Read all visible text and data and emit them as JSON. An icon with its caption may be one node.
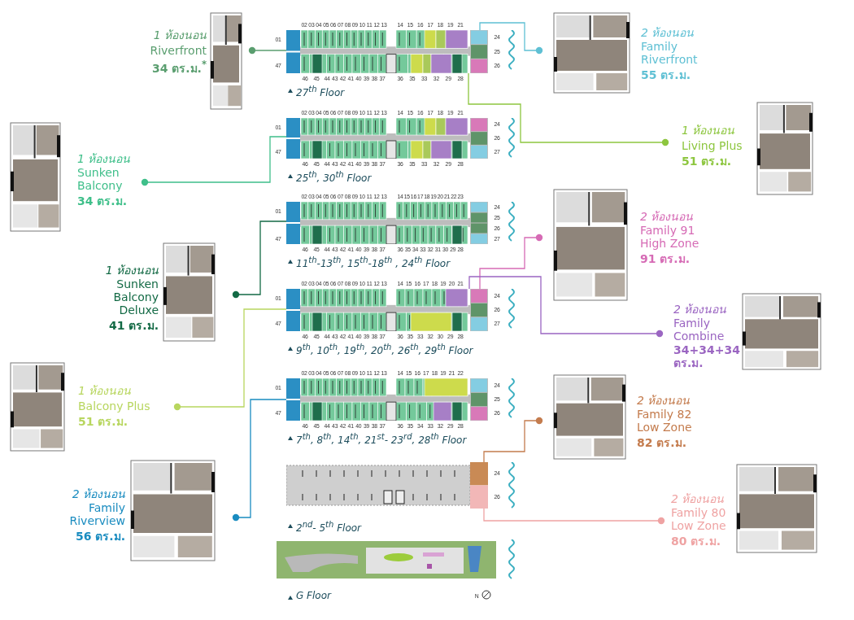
{
  "diagram": {
    "nodes": [
      {
        "text": [
          "27$^{th}$ Floor"
        ]
      },
      {
        "text": [
          "25$^{th}$, 30$^{th}$ Floor"
        ]
      },
      {
        "text": [
          "11$^{th}$-13$^{th}$, 15$^{th}$-18$^{th}$ , 24$^{th}$ Floor"
        ]
      },
      {
        "text": [
          "9$^{th}$, 10$^{th}$, 19$^{th}$, 20$^{th}$, 26$^{th}$, 29$^{th}$ Floor"
        ]
      },
      {
        "text": [
          "7$^{th}$, 8$^{th}$, 14$^{th}$, 21$^{st}$- 23$^{rd}$, 28$^{th}$ Floor"
        ]
      },
      {
        "text": [
          "2$^{nd}$- 5$^{th}$ Floor"
        ]
      },
      {
        "text": [
          "G Floor"
        ]
      },
      {
        "text": [
          "1 ห้องนอน",
          "Riverfront",
          "34 ตร.ม.$^{*}$"
        ]
      },
      {
        "text": [
          "2 ห้องนอน",
          "Family Riverfront",
          "55 ตร.ม."
        ]
      },
      {
        "text": [
          "1 ห้องนอน",
          "Sunken Balcony",
          "34 ตร.ม."
        ]
      },
      {
        "text": [
          "1 ห้องนอน",
          "Living Plus",
          "51 ตร.ม."
        ]
      },
      {
        "text": [
          "2 ห้องนอน",
          "Family 91 High Zone",
          "91 ตร.ม."
        ]
      },
      {
        "text": [
          "1 ห้องนอน",
          "Sunken Balcony Deluxe",
          "41 ตร.ม."
        ]
      },
      {
        "text": [
          "2 ห้องนอน",
          "Family Combine",
          "34+34+34 ตร.ม."
        ]
      },
      {
        "text": [
          "1 ห้องนอน",
          "Balcony Plus",
          "51 ตร.ม."
        ]
      },
      {
        "text": [
          "2 ห้องนอน",
          "Family 82 Low Zone",
          "82 ตร.ม."
        ]
      },
      {
        "text": [
          "2 ห้องนอน",
          "Family Riverview",
          "56 ตร.ม."
        ]
      },
      {
        "text": [
          "2 ห้องนอน",
          "Family 80 Low Zone",
          "80 ตร.ม."
        ]
      }
    ],
    "edges": [
      {
        "from": 7,
        "to": 0,
        "arrow": "other",
        "color": "#5a9e6f"
      },
      {
        "from": 8,
        "to": 0,
        "arrow": "other",
        "color": "#5fc0d4"
      },
      {
        "from": 9,
        "to": 1,
        "arrow": "other",
        "color": "#3fbf8a"
      },
      {
        "from": 10,
        "to": 0,
        "arrow": "other",
        "color": "#8dc63f"
      },
      {
        "from": 11,
        "to": 3,
        "arrow": "other",
        "color": "#d66bb5"
      },
      {
        "from": 12,
        "to": 2,
        "arrow": "other",
        "color": "#136a45"
      },
      {
        "from": 13,
        "to": 3,
        "arrow": "other",
        "color": "#9b66c2"
      },
      {
        "from": 14,
        "to": 3,
        "arrow": "other",
        "color": "#b8d65f"
      },
      {
        "from": 15,
        "to": 5,
        "arrow": "other",
        "color": "#c47c4e"
      },
      {
        "from": 16,
        "to": 4,
        "arrow": "other",
        "color": "#1a8cc0"
      },
      {
        "from": 17,
        "to": 5,
        "arrow": "other",
        "color": "#efa3a3"
      }
    ],
    "labels": [
      "02",
      "03",
      "04",
      "05",
      "06",
      "07",
      "08",
      "09",
      "10",
      "11",
      "12",
      "13",
      "14",
      "15",
      "16",
      "17",
      "18",
      "19",
      "21",
      "01",
      "24",
      "25",
      "47",
      "26",
      "46",
      "45",
      "44",
      "43",
      "42",
      "41",
      "40",
      "39",
      "38",
      "37",
      "36",
      "35",
      "33",
      "32",
      "29",
      "28",
      "02",
      "03",
      "04",
      "05",
      "06",
      "07",
      "08",
      "09",
      "10",
      "11",
      "12",
      "13",
      "14",
      "15",
      "16",
      "17",
      "18",
      "19",
      "21",
      "01",
      "24",
      "26",
      "47",
      "27",
      "46",
      "45",
      "44",
      "43",
      "42",
      "41",
      "40",
      "39",
      "38",
      "37",
      "36",
      "35",
      "33",
      "32",
      "29",
      "28",
      "02",
      "03",
      "04",
      "05",
      "06",
      "07",
      "08",
      "09",
      "10",
      "11",
      "12",
      "13",
      "14",
      "15",
      "16",
      "17",
      "18",
      "19",
      "20",
      "21",
      "22",
      "23",
      "01",
      "24",
      "25",
      "26",
      "47",
      "27",
      "46",
      "45",
      "44",
      "43",
      "42",
      "41",
      "40",
      "39",
      "38",
      "37",
      "36",
      "35",
      "34",
      "33",
      "32",
      "31",
      "30",
      "29",
      "28",
      "02",
      "03",
      "04",
      "05",
      "06",
      "07",
      "08",
      "09",
      "10",
      "11",
      "12",
      "13",
      "14",
      "15",
      "16",
      "17",
      "18",
      "19",
      "20",
      "21",
      "01",
      "24",
      "26",
      "47",
      "27",
      "46",
      "45",
      "44",
      "43",
      "42",
      "41",
      "40",
      "39",
      "38",
      "37",
      "36",
      "35",
      "33",
      "32",
      "30",
      "29",
      "28",
      "02",
      "03",
      "04",
      "05",
      "06",
      "07",
      "08",
      "09",
      "10",
      "11",
      "12",
      "13",
      "14",
      "15",
      "16",
      "17",
      "18",
      "19",
      "21",
      "22",
      "01",
      "24",
      "25",
      "47",
      "26",
      "46",
      "45",
      "44",
      "43",
      "42",
      "41",
      "40",
      "39",
      "38",
      "37",
      "36",
      "35",
      "34",
      "33",
      "32",
      "29",
      "28",
      "24",
      "26",
      "N"
    ]
  }
}
